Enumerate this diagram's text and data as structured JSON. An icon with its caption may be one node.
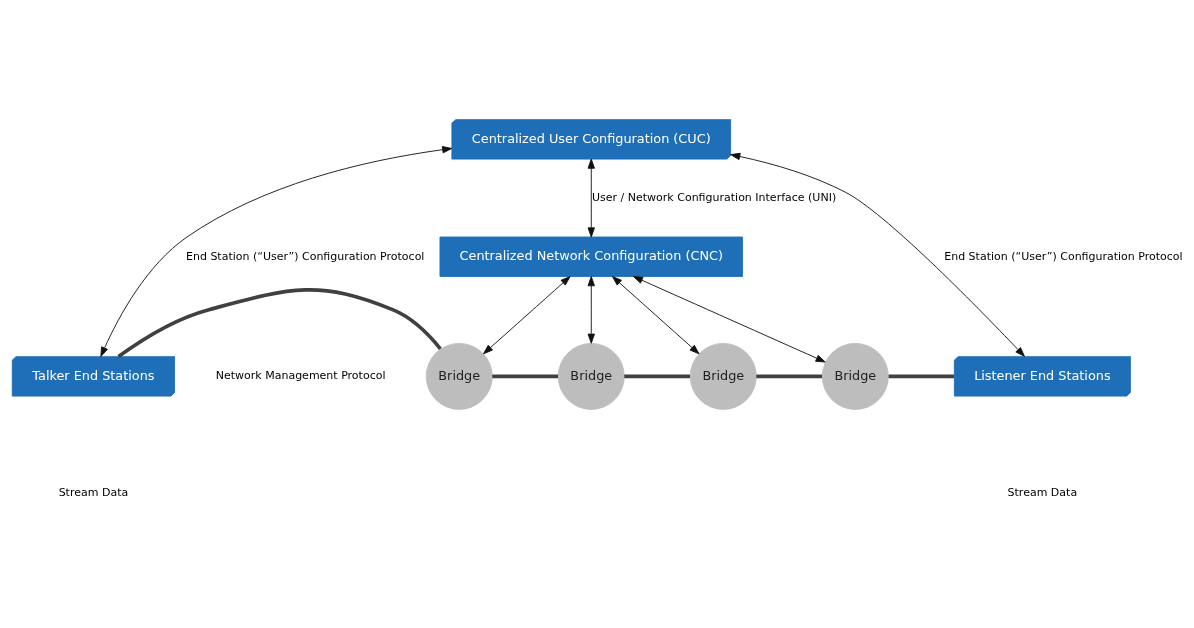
{
  "diagram": {
    "nodes": [
      {
        "text": [
          "Centralized User Configuration (CUC)"
        ]
      },
      {
        "text": [
          "Centralized Network Configuration (CNC)"
        ]
      },
      {
        "text": [
          "Talker End Stations"
        ]
      },
      {
        "text": [
          "Bridge"
        ]
      },
      {
        "text": [
          "Bridge"
        ]
      },
      {
        "text": [
          "Bridge"
        ]
      },
      {
        "text": [
          "Bridge"
        ]
      },
      {
        "text": [
          "Listener End Stations"
        ]
      }
    ],
    "edges": [
      {
        "from": 0,
        "to": 2,
        "arrow": "both",
        "label": "End Station (“User”) Configuration Protocol"
      },
      {
        "from": 0,
        "to": 1,
        "arrow": "both",
        "label": "User / Network Configuration Interface (UNI)"
      },
      {
        "from": 0,
        "to": 7,
        "arrow": "both",
        "label": "End Station (“User”) Configuration Protocol"
      },
      {
        "from": 1,
        "to": 3,
        "arrow": "both"
      },
      {
        "from": 1,
        "to": 4,
        "arrow": "both"
      },
      {
        "from": 1,
        "to": 5,
        "arrow": "both"
      },
      {
        "from": 1,
        "to": 6,
        "arrow": "both"
      },
      {
        "from": 2,
        "to": 3,
        "arrow": "none",
        "style": "thick",
        "color": "#404040"
      },
      {
        "from": 3,
        "to": 4,
        "arrow": "none",
        "style": "thick",
        "color": "#404040"
      },
      {
        "from": 4,
        "to": 5,
        "arrow": "none",
        "style": "thick",
        "color": "#404040"
      },
      {
        "from": 5,
        "to": 6,
        "arrow": "none",
        "style": "thick",
        "color": "#404040"
      },
      {
        "from": 6,
        "to": 7,
        "arrow": "none",
        "style": "thick",
        "color": "#404040"
      }
    ],
    "labels": [
      "Stream Data",
      "Network Management Protocol",
      "Stream Data"
    ]
  }
}
